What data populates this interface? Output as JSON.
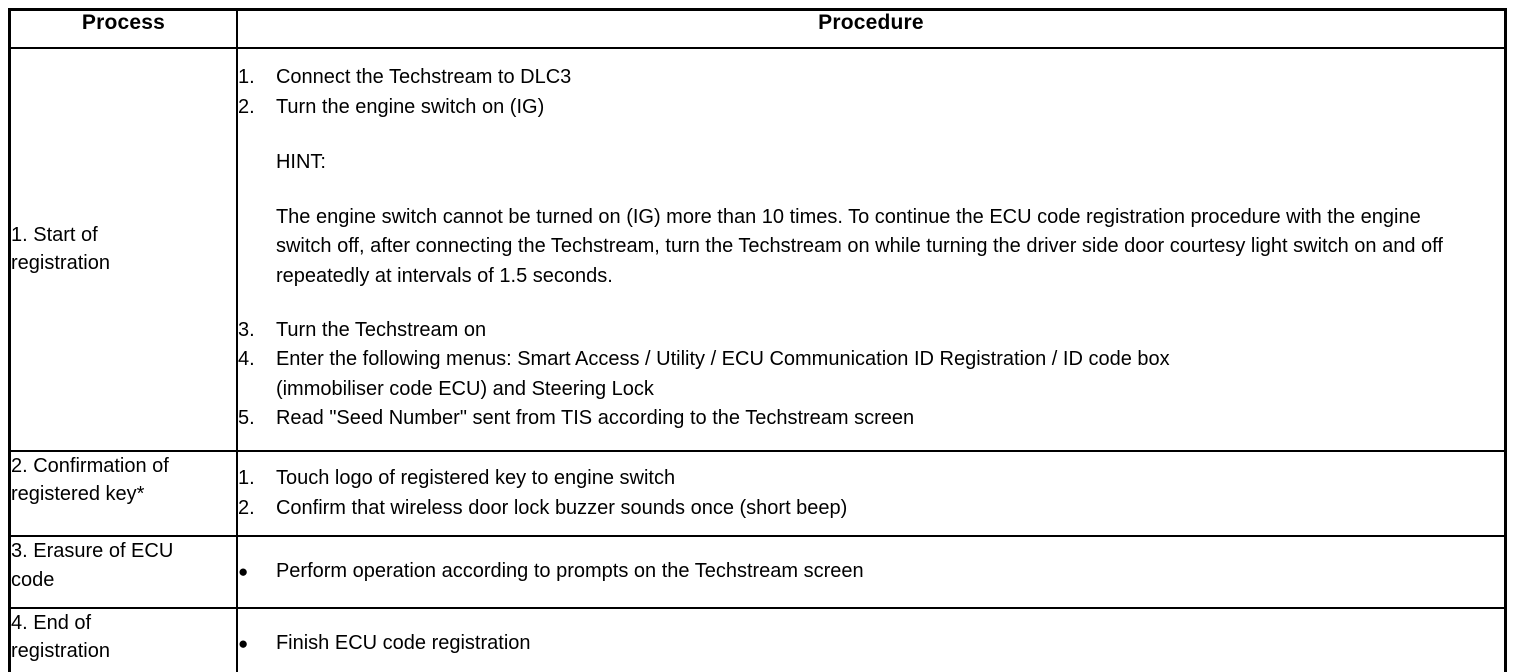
{
  "table": {
    "headers": {
      "process": "Process",
      "procedure": "Procedure"
    },
    "rows": [
      {
        "process": "1. Start of\nregistration",
        "steps": [
          {
            "marker": "1.",
            "text": "Connect the Techstream to DLC3"
          },
          {
            "marker": "2.",
            "text": "Turn the engine switch on (IG)"
          }
        ],
        "hint_label": "HINT:",
        "hint_body": "The engine switch cannot be turned on (IG) more than 10 times. To continue the ECU code registration procedure with the engine switch off, after connecting the Techstream, turn the Techstream on while turning the driver side door courtesy light switch on and off repeatedly at intervals of 1.5 seconds.",
        "steps_after": [
          {
            "marker": "3.",
            "text": "Turn the Techstream on"
          },
          {
            "marker": "4.",
            "text": "Enter the following menus: Smart Access / Utility / ECU Communication ID Registration / ID code box",
            "cont": "(immobiliser code ECU) and Steering Lock"
          },
          {
            "marker": "5.",
            "text": "Read \"Seed Number\" sent from TIS according to the Techstream screen"
          }
        ]
      },
      {
        "process": "2. Confirmation of\nregistered key*",
        "steps": [
          {
            "marker": "1.",
            "text": "Touch logo of registered key to engine switch"
          },
          {
            "marker": "2.",
            "text": "Confirm that wireless door lock buzzer sounds once (short beep)"
          }
        ]
      },
      {
        "process": "3. Erasure of ECU\ncode",
        "steps": [
          {
            "marker": "●",
            "text": "Perform operation according to prompts on the Techstream screen"
          }
        ]
      },
      {
        "process": "4. End of\nregistration",
        "steps": [
          {
            "marker": "●",
            "text": "Finish ECU code registration"
          }
        ]
      }
    ]
  }
}
